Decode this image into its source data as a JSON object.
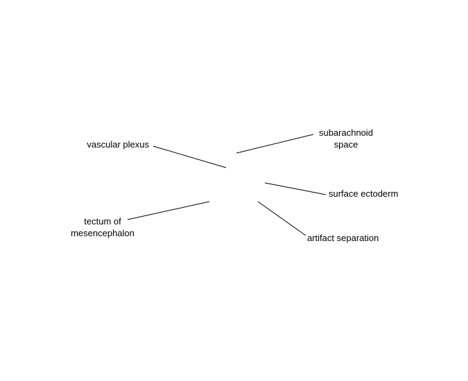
{
  "labels": {
    "vascular_plexus": "vascular plexus",
    "subarachnoid_space": [
      "subarachnoid",
      "space"
    ],
    "surface_ectoderm": "surface ectoderm",
    "tectum_of_mesencephalon": [
      "tectum of",
      "mesencephalon"
    ],
    "artifact_separation": "artifact separation"
  },
  "colors": {
    "background": "#ffffff",
    "line": "#000000",
    "text": "#000000"
  }
}
